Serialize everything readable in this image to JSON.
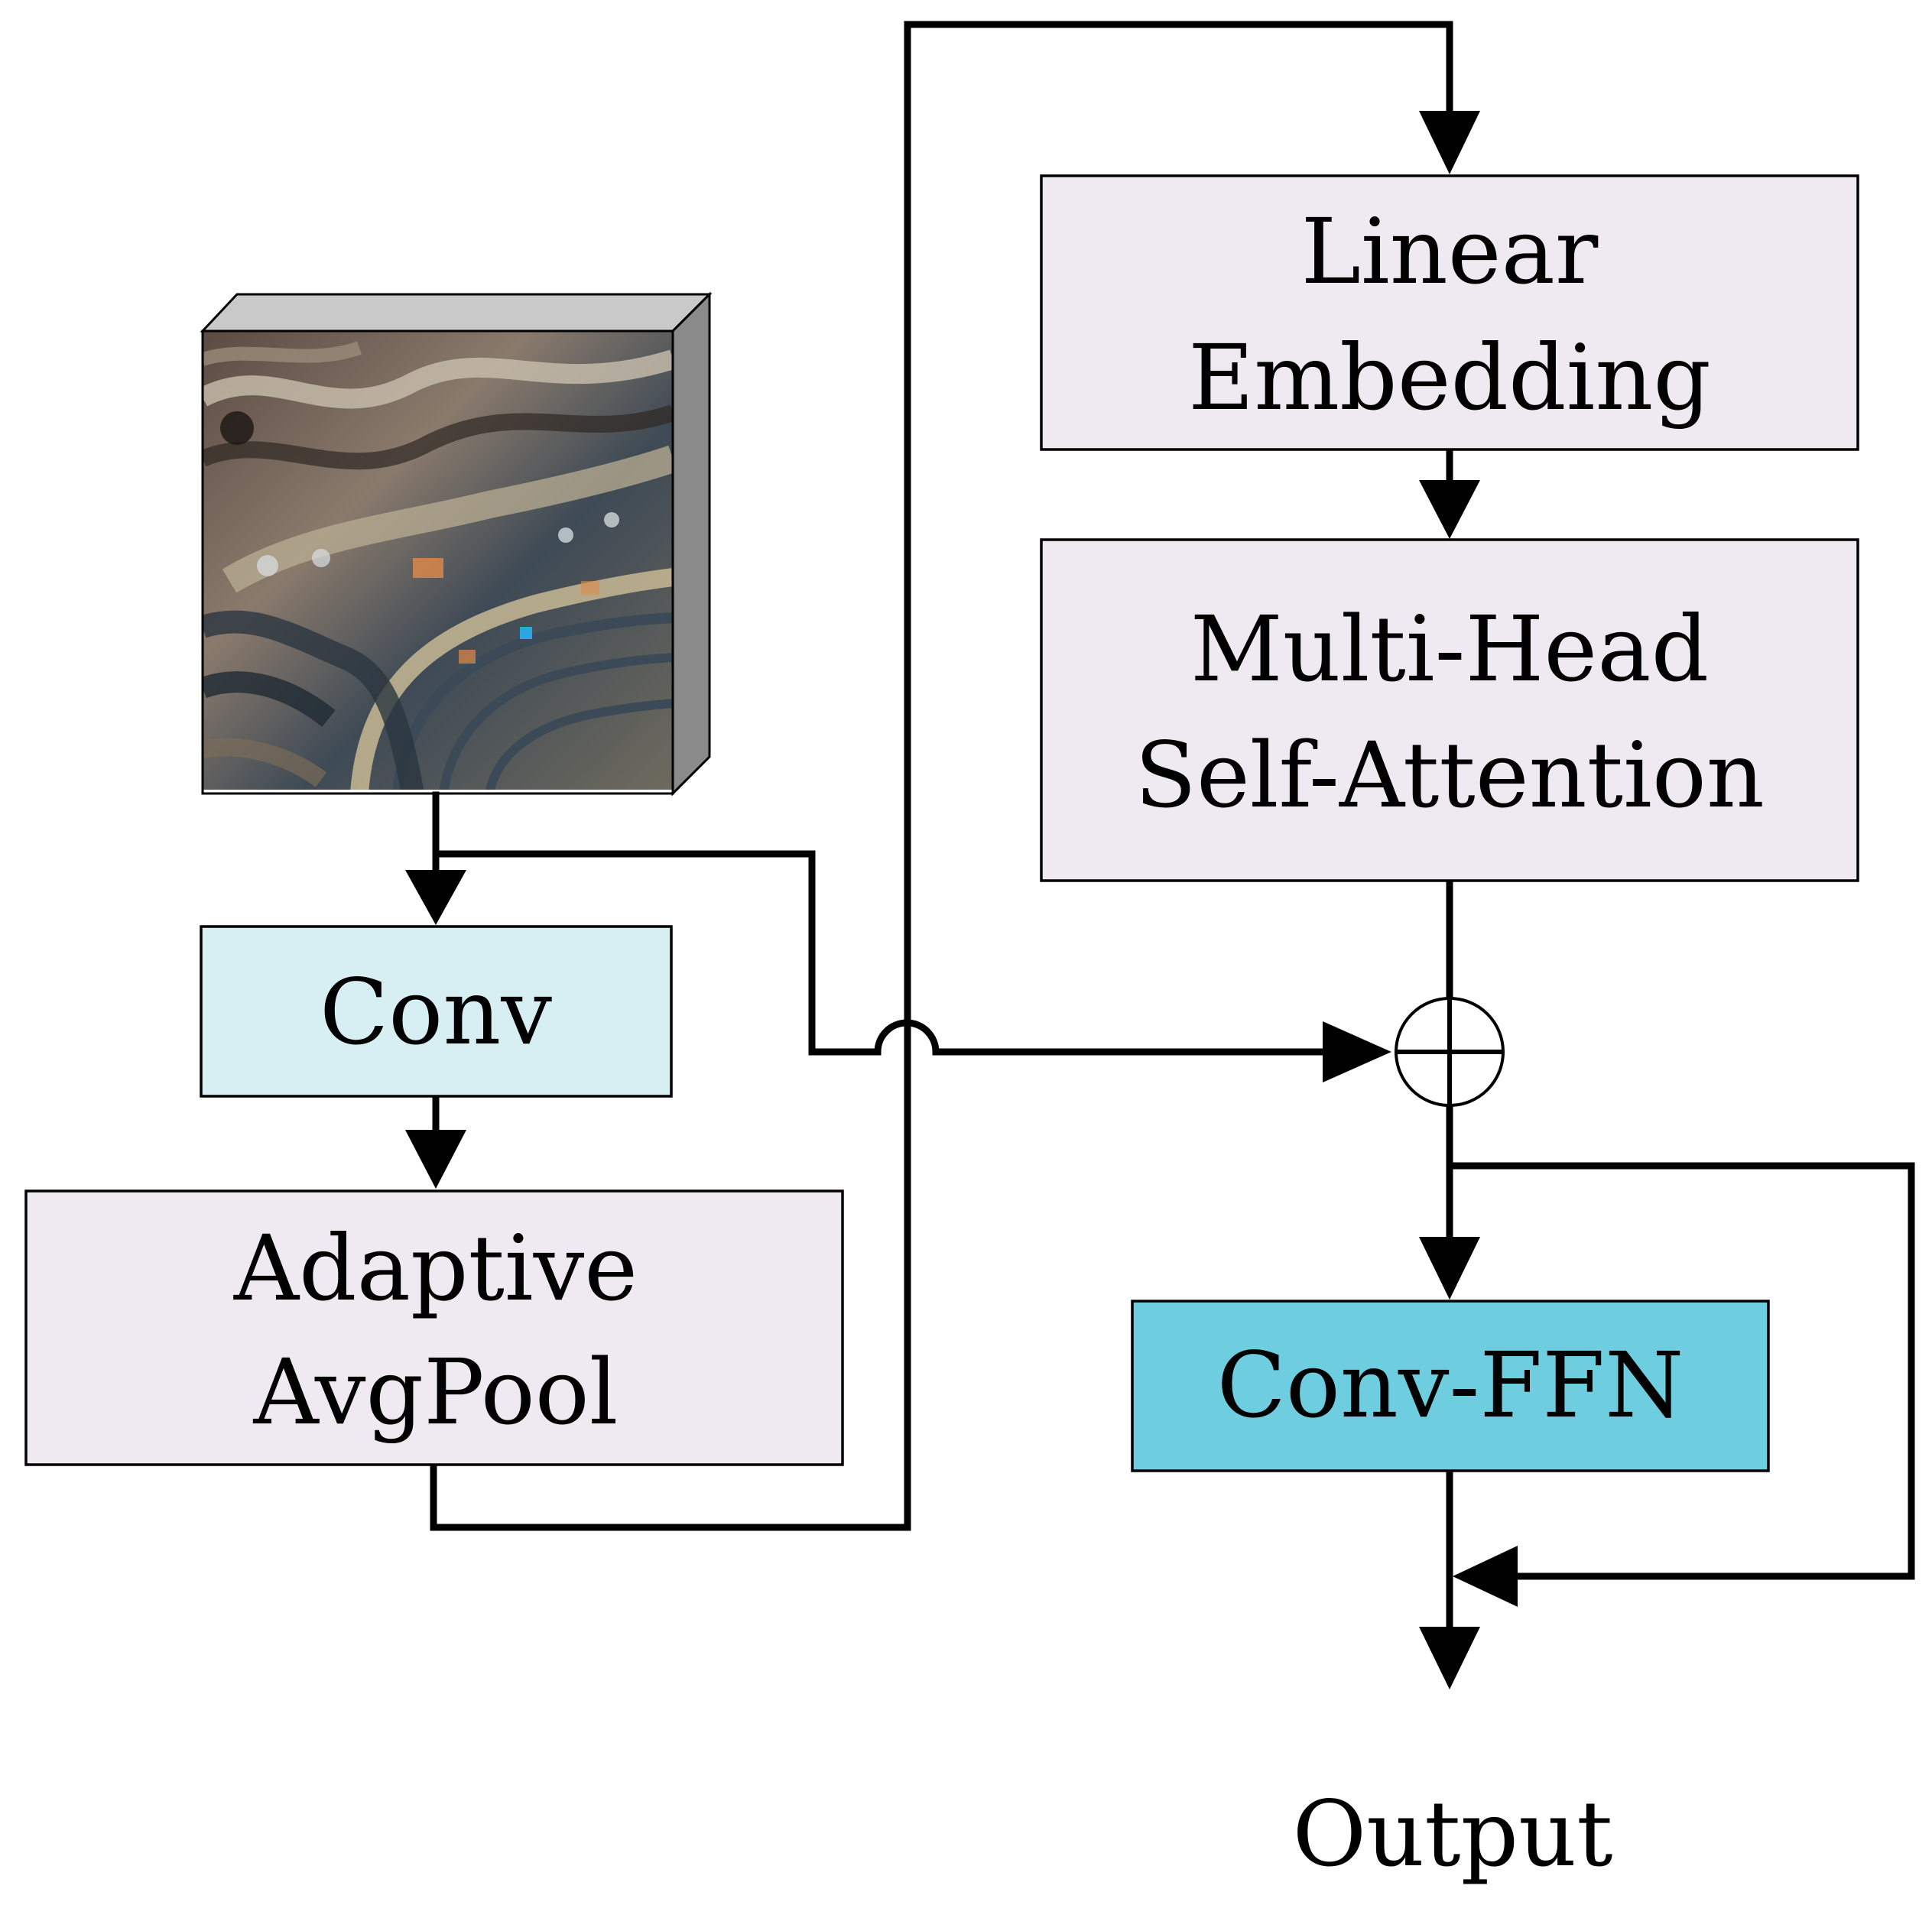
{
  "colors": {
    "lavender_box": "#efe9f1",
    "light_cyan_box": "#d7eef3",
    "cyan_box": "#6ecedf",
    "cube_top": "#c9c9c9",
    "cube_side": "#8a8a8a",
    "line": "#000000"
  },
  "image": {
    "description_icon": "hyperspectral-patch-cube"
  },
  "boxes": {
    "linear_embedding": [
      "Linear",
      "Embedding"
    ],
    "mhsa": [
      "Multi-Head",
      "Self-Attention"
    ],
    "conv": [
      "Conv"
    ],
    "adaptive_avgpool": [
      "Adaptive",
      "AvgPool"
    ],
    "conv_ffn": [
      "Conv-FFN"
    ]
  },
  "output_label": "Output"
}
